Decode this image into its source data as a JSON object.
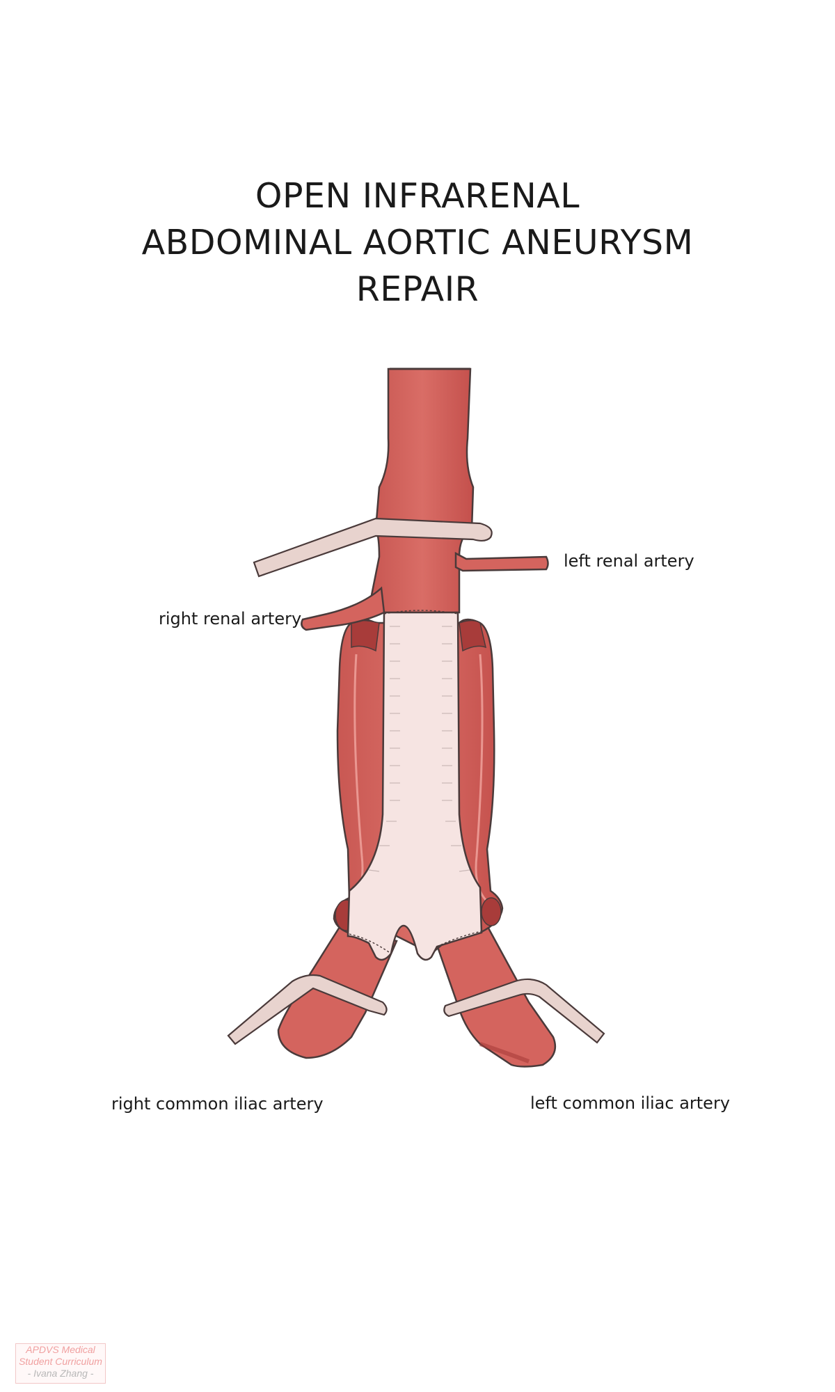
{
  "title": {
    "line1": "OPEN INFRARENAL",
    "line2": "ABDOMINAL AORTIC ANEURYSM",
    "line3": "REPAIR"
  },
  "labels": {
    "left_renal": "left renal artery",
    "right_renal": "right renal artery",
    "right_iliac": "right common iliac artery",
    "left_iliac": "left common iliac artery"
  },
  "watermark": {
    "line1": "APDVS Medical",
    "line2": "Student Curriculum",
    "line3": "- Ivana Zhang -"
  },
  "colors": {
    "artery": "#d4645e",
    "artery_dark": "#a83c3a",
    "graft": "#f6e4e2",
    "vessel_loop": "#e8d3ce",
    "outline": "#4a3a3a"
  }
}
